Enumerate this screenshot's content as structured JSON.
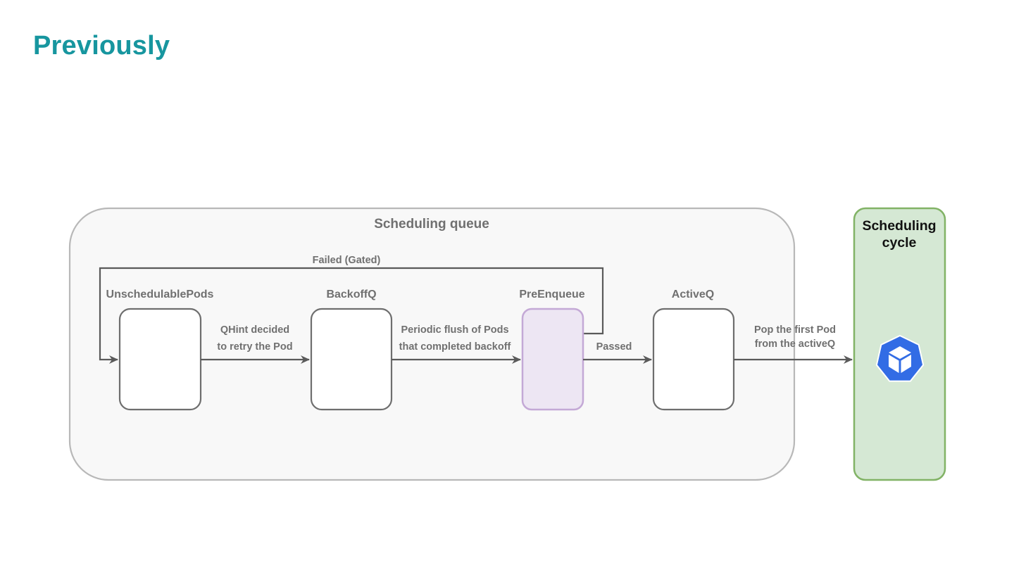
{
  "page": {
    "title": "Previously"
  },
  "diagram": {
    "container_title": "Scheduling queue",
    "queues": [
      {
        "id": "unschedulable",
        "label": "UnschedulablePods"
      },
      {
        "id": "backoff",
        "label": "BackoffQ"
      },
      {
        "id": "preenqueue",
        "label": "PreEnqueue"
      },
      {
        "id": "active",
        "label": "ActiveQ"
      }
    ],
    "edges": {
      "qhint_line1": "QHint decided",
      "qhint_line2": "to retry the Pod",
      "flush_line1": "Periodic flush of Pods",
      "flush_line2": "that completed backoff",
      "passed": "Passed",
      "pop_line1": "Pop the first Pod",
      "pop_line2": "from the activeQ",
      "failed": "Failed (Gated)"
    },
    "cycle": {
      "line1": "Scheduling",
      "line2": "cycle",
      "icon": "kubernetes-cube-icon"
    },
    "colors": {
      "accent_title": "#17969f",
      "preenqueue_fill": "#ede6f3",
      "preenqueue_stroke": "#c4a9d6",
      "cycle_fill": "#d5e8d4",
      "cycle_stroke": "#82b366",
      "icon_blue": "#326ce5"
    }
  }
}
